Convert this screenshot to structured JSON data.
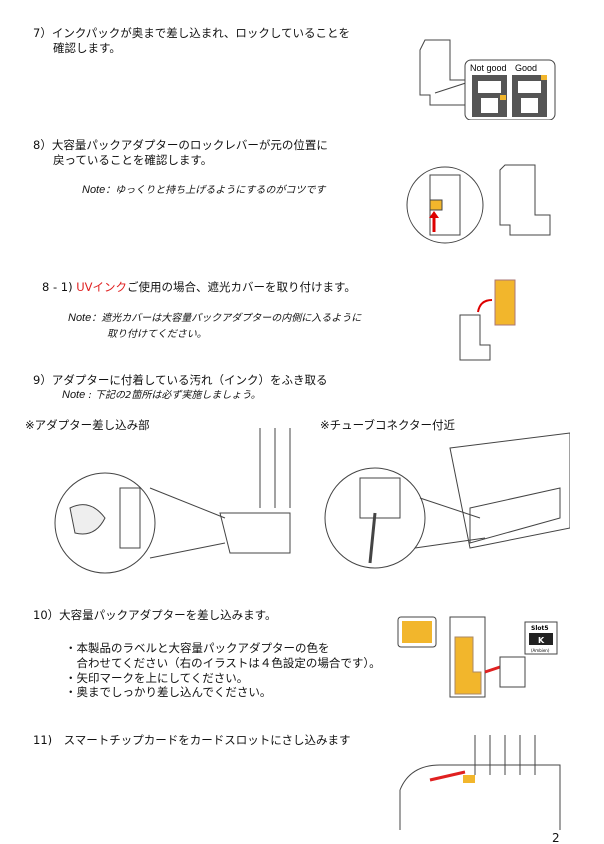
{
  "steps": {
    "s7": {
      "line1": "7）インクパックが奥まで差し込まれ、ロックしていることを",
      "line2": "確認します。"
    },
    "s8": {
      "line1": "8）大容量パックアダプターのロックレバーが元の位置に",
      "line2": "戻っていることを確認します。",
      "note_label": "Note",
      "note": "：ゆっくりと持ち上げるようにするのがコツです"
    },
    "s8_1": {
      "prefix": "8 - 1) ",
      "highlight": "UVインク",
      "rest": "ご使用の場合、遮光カバーを取り付けます。",
      "note_label": "Note",
      "note_line1": "：遮光カバーは大容量パックアダプターの内側に入るように",
      "note_line2": "取り付けてください。"
    },
    "s9": {
      "line1": "9）アダプターに付着している汚れ（インク）をふき取る",
      "note_label": "Note",
      "note": " : 下記の2箇所は必ず実施しましょう。",
      "left_caption": "※アダプター差し込み部",
      "right_caption": "※チューブコネクター付近"
    },
    "s10": {
      "line1": "10）大容量パックアダプターを差し込みます。",
      "bullets": [
        "・本製品のラベルと大容量パックアダプターの色を",
        "　合わせてください（右のイラストは４色設定の場合です）。",
        "・矢印マークを上にしてください。",
        "・奥までしっかり差し込んでください。"
      ]
    },
    "s11": {
      "line1": "11)　スマートチップカードをカードスロットにさし込みます"
    }
  },
  "figures": {
    "lock_check": {
      "not_good": "Not good",
      "good": "Good"
    },
    "adapter_insert": {
      "slot": "Slot5",
      "color": "K",
      "sub": "(Ambien)"
    }
  },
  "page_number": "2",
  "colors": {
    "accent_red": "#e02020",
    "adapter_orange": "#f2b62c"
  }
}
